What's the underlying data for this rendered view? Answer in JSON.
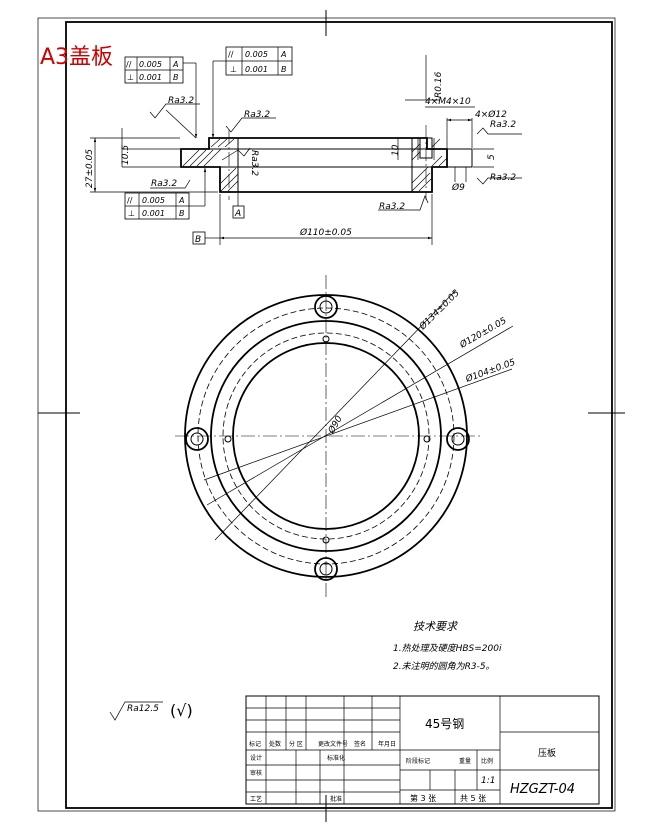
{
  "title": "A3盖板",
  "dims": {
    "height_left": "27±0.05",
    "height_10_5": "10.5",
    "width_110": "Ø110±0.05",
    "depth_10": "10",
    "r016": "R0.16",
    "thread": "4×M4×10",
    "cbore_d12": "4×Ø12",
    "cbore_5": "5",
    "hole_d9": "Ø9",
    "d134": "Ø134±0.05",
    "d120": "Ø120±0.05",
    "d104": "Ø104±0.05",
    "d90": "Ø90"
  },
  "roughness": {
    "r1": "Ra3.2",
    "r2": "Ra3.2",
    "r3": "Ra3.2",
    "r4": "Ra3.2",
    "r5": "Ra3.2",
    "r6": "Ra3.2",
    "r7": "Ra3.2",
    "general": "Ra12.5",
    "general_mark": "(√)"
  },
  "tolerances": {
    "top_left": {
      "sym1": "//",
      "val1": "0.005",
      "ref1": "A",
      "sym2": "⊥",
      "val2": "0.001",
      "ref2": "B"
    },
    "top_mid": {
      "sym1": "//",
      "val1": "0.005",
      "ref1": "A",
      "sym2": "⊥",
      "val2": "0.001",
      "ref2": "B"
    },
    "bottom": {
      "sym1": "//",
      "val1": "0.005",
      "ref1": "A",
      "sym2": "⊥",
      "val2": "0.001",
      "ref2": "B"
    }
  },
  "datums": {
    "a": "A",
    "b": "B"
  },
  "tech": {
    "heading": "技术要求",
    "line1": "1.热处理及硬度HBS=200i",
    "line2": "2.未注明的圆角为R3-5。"
  },
  "titleblock": {
    "material": "45号钢",
    "part_name": "压板",
    "drawing_no": "HZGZT-04",
    "scale": "1:1",
    "sheet": "第 3 张",
    "total": "共 5 张",
    "h_biaoji": "标记",
    "h_chushu": "处数",
    "h_fenqu": "分 区",
    "h_gengai": "更改文件号",
    "h_qianming": "签名",
    "h_nianyueri": "年月日",
    "sheji": "设计",
    "biaozhunhua": "标准化",
    "jieduan": "阶段标记",
    "zhongliang": "重量",
    "bili": "比例",
    "shenhe": "审核",
    "gongyi": "工艺",
    "pizhun": "批准"
  }
}
